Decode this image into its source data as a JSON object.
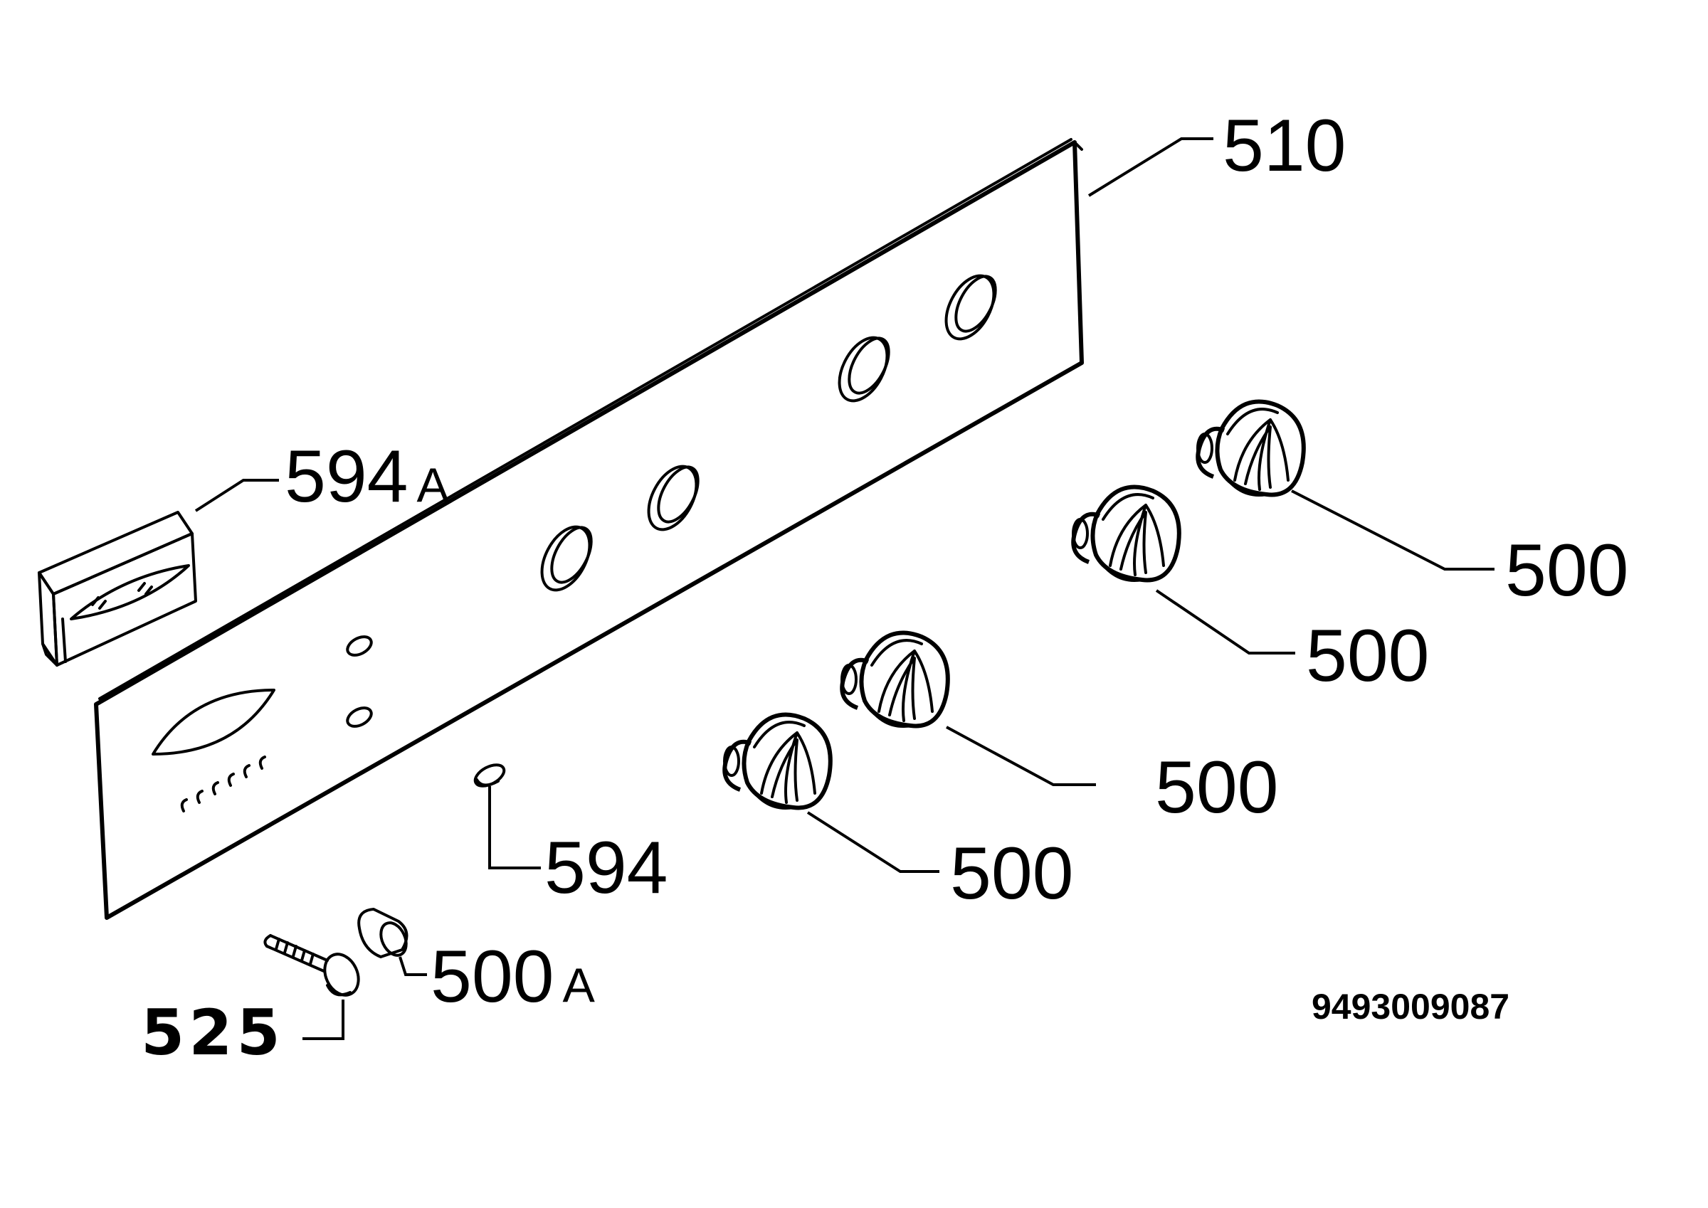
{
  "labels": {
    "panel": "510",
    "trim_strip": "594",
    "trim_strip_suffix": "A",
    "indicator": "594",
    "knob_1": "500",
    "knob_2": "500",
    "knob_3": "500",
    "knob_4": "500",
    "spindle_cap": "500",
    "spindle_cap_suffix": "A",
    "screw": "525"
  },
  "drawing_number": "9493009087"
}
